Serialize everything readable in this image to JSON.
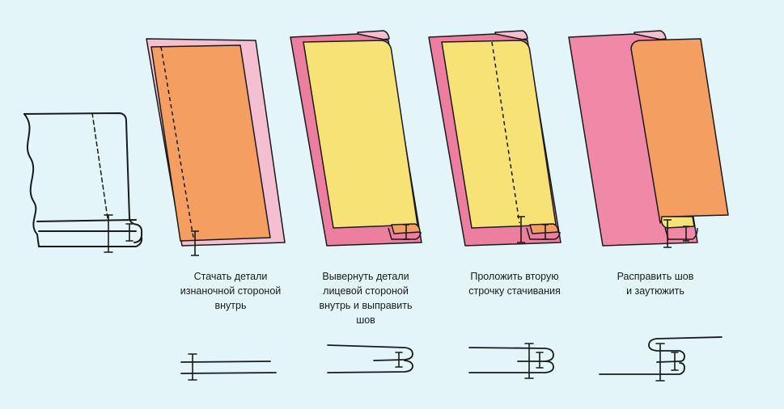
{
  "colors": {
    "background": "#e3f5f8",
    "orange_fabric": "#f49e62",
    "light_pink_fabric": "#f4bfd0",
    "pink_fabric": "#ec7ea0",
    "pink_face": "#f088a8",
    "yellow_fabric": "#f7e276",
    "outline": "#1a1a1a"
  },
  "steps": [
    {
      "caption_lines": [
        "Стачать детали",
        "изнаночной стороной",
        "внутрь"
      ]
    },
    {
      "caption_lines": [
        "Вывернуть детали",
        "лицевой стороной",
        "внутрь и выправить",
        "шов"
      ]
    },
    {
      "caption_lines": [
        "Проложить вторую",
        "строчку стачивания"
      ]
    },
    {
      "caption_lines": [
        "Расправить шов",
        "и заутюжить"
      ]
    }
  ]
}
